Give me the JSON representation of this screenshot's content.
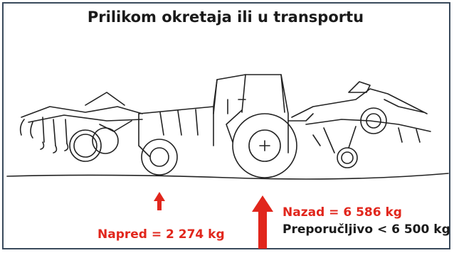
{
  "title": "Prilikom okretaja ili u transportu",
  "front_axle": {
    "label": "Napred = 2 274 kg"
  },
  "rear_axle": {
    "label": "Nazad = 6 586 kg",
    "recommendation": "Preporučljivo < 6 500 kg"
  },
  "colors": {
    "accent_red": "#e1261c",
    "frame": "#3a4a5c",
    "text": "#1a1a1a"
  }
}
